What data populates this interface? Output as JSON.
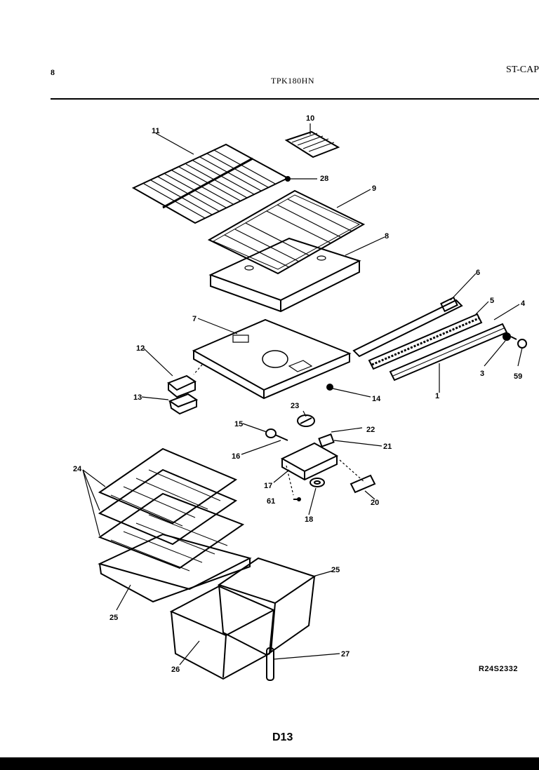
{
  "header": {
    "page_number": "8",
    "model": "TPK180HN",
    "brand_fragment": "ST-CAP"
  },
  "callouts": [
    "11",
    "10",
    "28",
    "9",
    "8",
    "6",
    "5",
    "4",
    "7",
    "12",
    "13",
    "14",
    "3",
    "59",
    "1",
    "23",
    "15",
    "22",
    "16",
    "21",
    "24",
    "17",
    "61",
    "18",
    "20",
    "25",
    "25",
    "26",
    "27"
  ],
  "footer": {
    "reference_code": "R24S2332",
    "page_code": "D13"
  }
}
